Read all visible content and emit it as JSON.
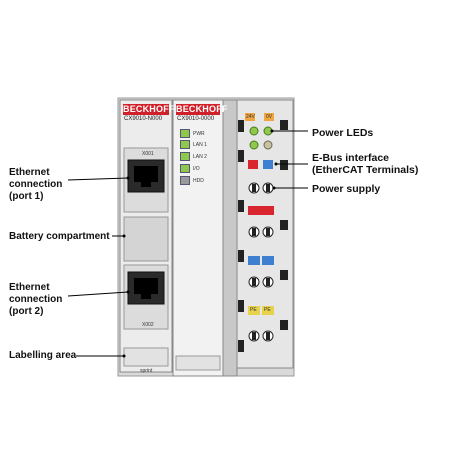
{
  "labels_left": {
    "ethernet_port1": "Ethernet\nconnection\n(port 1)",
    "battery": "Battery compartment",
    "ethernet_port2": "Ethernet\nconnection\n(port 2)",
    "labelling": "Labelling area"
  },
  "labels_right": {
    "power_leds": "Power LEDs",
    "ebus": "E-Bus interface\n(EtherCAT Terminals)",
    "power_supply": "Power supply"
  },
  "device": {
    "brand_1": "BECKHOFF",
    "brand_2": "BECKHOFF",
    "model_1": "CX9010-N000",
    "model_2": "CX9010-0000",
    "port1_tag": "X001",
    "port2_tag": "X002",
    "leds": [
      "PWR",
      "LAN 1",
      "LAN 2",
      "I/O",
      "HDD"
    ],
    "terminal_top_labels": [
      "24V",
      "0V"
    ],
    "terminal_bottom_labels": [
      "PE",
      "PE"
    ],
    "bottom_tag": "sprint"
  },
  "colors": {
    "brand_red": "#d0202a",
    "led_green": "#8fc84a",
    "led_gray": "#999999",
    "terminal_orange": "#f0a640",
    "terminal_red": "#d9262e",
    "terminal_blue": "#3f7fd0",
    "terminal_yellow": "#e8d24a"
  }
}
